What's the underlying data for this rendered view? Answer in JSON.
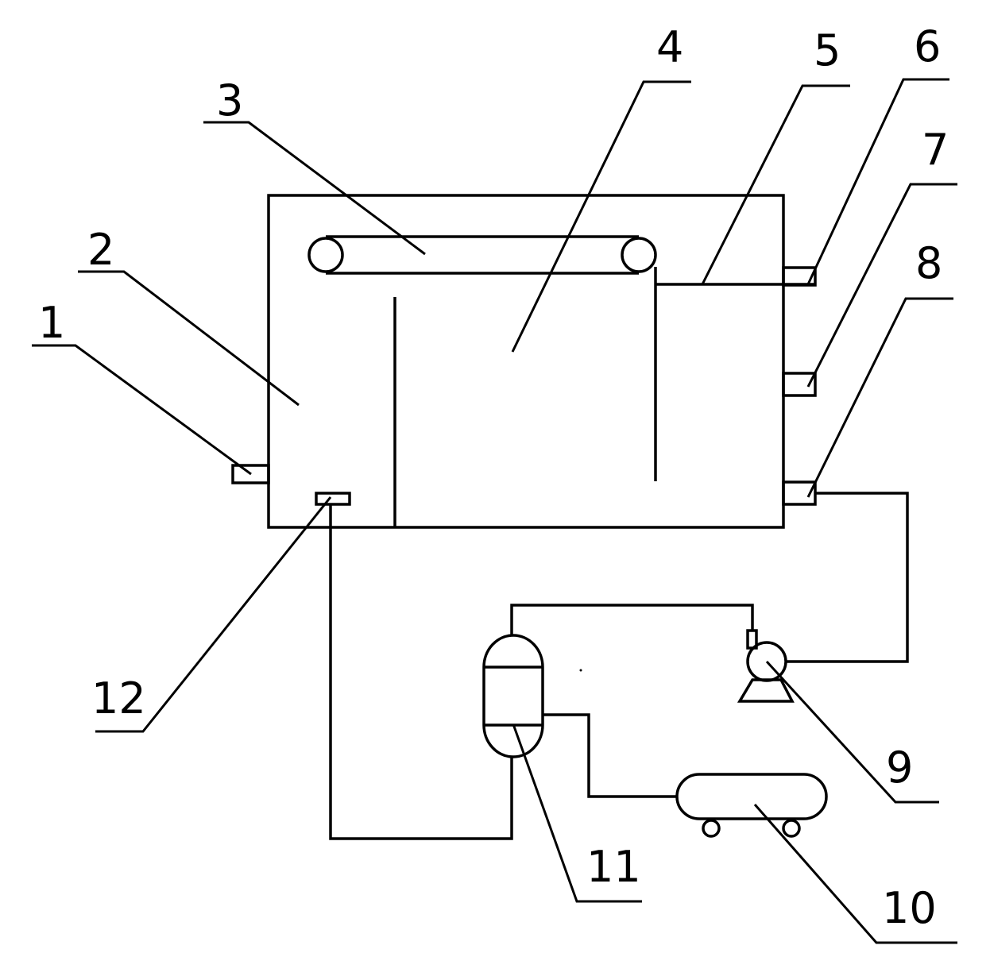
{
  "diagram": {
    "labels": {
      "l1": "1",
      "l2": "2",
      "l3": "3",
      "l4": "4",
      "l5": "5",
      "l6": "6",
      "l7": "7",
      "l8": "8",
      "l9": "9",
      "l10": "10",
      "l11": "11",
      "l12": "12"
    },
    "line_color": "#000000",
    "background": "#ffffff"
  }
}
